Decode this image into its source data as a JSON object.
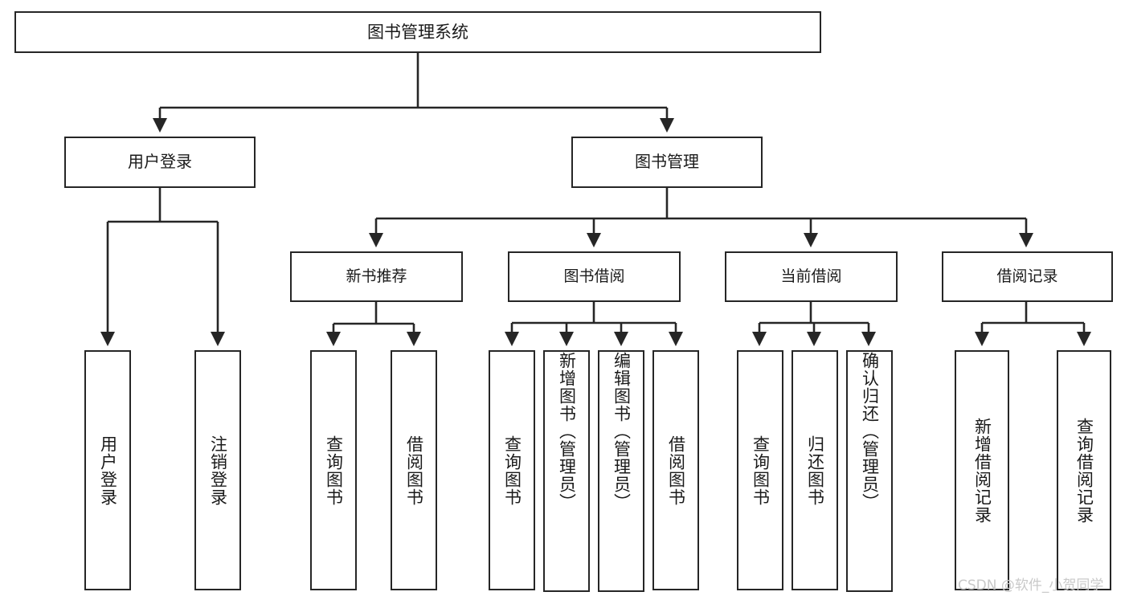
{
  "diagram": {
    "title": "图书管理系统",
    "watermark": "CSDN @软件_小贺同学",
    "colors": {
      "stroke": "#262626",
      "fill": "#ffffff",
      "text": "#1a1a1a",
      "watermark": "#c9c9c9"
    },
    "root": {
      "label": "图书管理系统"
    },
    "level2": [
      {
        "label": "用户登录"
      },
      {
        "label": "图书管理"
      }
    ],
    "level3": [
      {
        "label": "新书推荐"
      },
      {
        "label": "图书借阅"
      },
      {
        "label": "当前借阅"
      },
      {
        "label": "借阅记录"
      }
    ],
    "leaves": {
      "user_login": [
        {
          "label": "用户登录"
        },
        {
          "label": "注销登录"
        }
      ],
      "new_book": [
        {
          "label": "查询图书"
        },
        {
          "label": "借阅图书"
        }
      ],
      "book_borrow": [
        {
          "label": "查询图书"
        },
        {
          "label": "新增图书（管理员）"
        },
        {
          "label": "编辑图书（管理员）"
        },
        {
          "label": "借阅图书"
        }
      ],
      "current_borrow": [
        {
          "label": "查询图书"
        },
        {
          "label": "归还图书"
        },
        {
          "label": "确认归还（管理员）"
        }
      ],
      "borrow_record": [
        {
          "label": "新增借阅记录"
        },
        {
          "label": "查询借阅记录"
        }
      ]
    }
  }
}
